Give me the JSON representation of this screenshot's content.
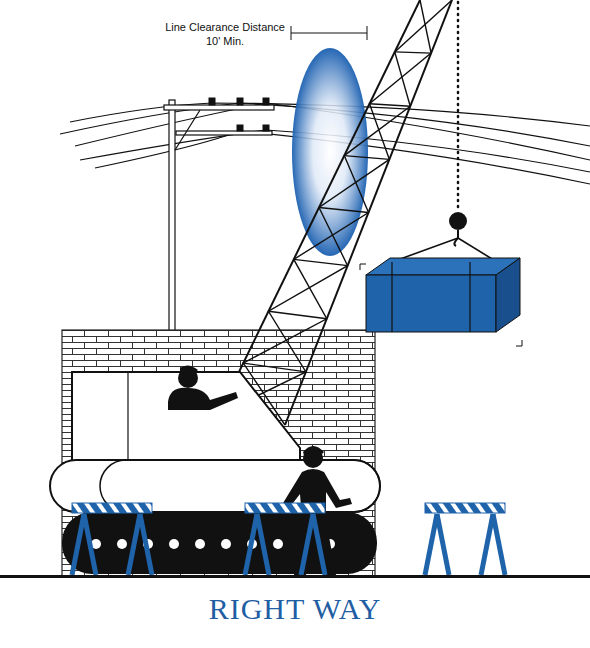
{
  "diagram": {
    "caption": "RIGHT WAY",
    "labels": [
      "Line Clearance Distance",
      "10' Min."
    ]
  }
}
